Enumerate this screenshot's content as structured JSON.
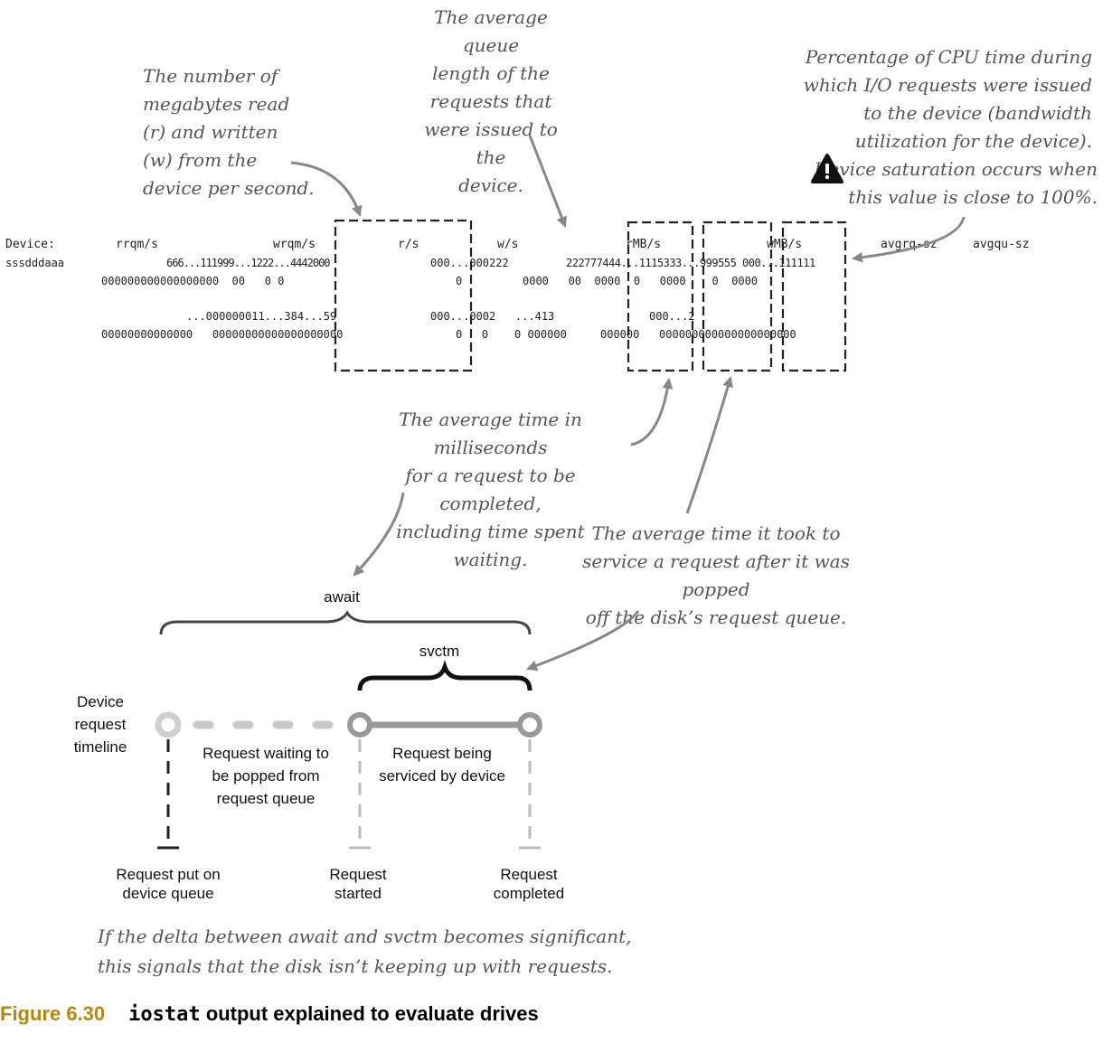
{
  "annotations": {
    "mb_rw": [
      "The number of",
      "megabytes read",
      "(r) and written",
      "(w) from the",
      "device per second."
    ],
    "avg_queue": [
      "The average queue",
      "length of the",
      "requests that",
      "were issued to the",
      "device."
    ],
    "cpu_pct": [
      "Percentage of CPU time during",
      "which I/O requests were issued",
      "to the device (bandwidth",
      "utilization for the device)."
    ],
    "saturation": [
      "Device saturation occurs when",
      "this  value is close to 100%."
    ],
    "await_note": [
      "The average time in milliseconds",
      "for a request to be completed,",
      "including time spent waiting."
    ],
    "svctm_note": [
      "The average time it took to",
      "service a request after it was popped",
      "off the disk’s request queue."
    ],
    "delta_note": [
      "If the delta between await and svctm becomes significant,",
      "this signals that the disk isn’t keeping up with requests."
    ]
  },
  "iostat": {
    "header": {
      "device": "Device:",
      "rrqm": "rrqm/s",
      "wrqm": "wrqm/s",
      "r": "r/s",
      "w": "w/s",
      "rmb": "rMB/s",
      "wmb": "wMB/s",
      "avgrq": "avgrq-sz",
      "avgqu": "avgqu-sz"
    },
    "rows": [
      "sssdddaaa",
      "666...111999...1222...4442000",
      "000...000222",
      "222777444...1115333...999555 000...111111",
      "000000000000000000  00   0 0",
      "0",
      "0000   00  0000  0   0000    0  0000",
      "...000000011...384...59",
      "000...0002   ...413",
      "000...2",
      "00000000000000   00000000000000000000",
      "0   0    0 000000",
      "000000   000000000000000000000"
    ]
  },
  "diagram": {
    "await": "await",
    "svctm": "svctm",
    "timeline_title": [
      "Device",
      "request",
      "timeline"
    ],
    "waiting": [
      "Request waiting to",
      "be popped from",
      "request queue"
    ],
    "servicing": [
      "Request being",
      "serviced by device"
    ],
    "put_on_queue": [
      "Request put on",
      "device queue"
    ],
    "started": [
      "Request",
      "started"
    ],
    "completed": [
      "Request",
      "completed"
    ]
  },
  "caption": {
    "figure": "Figure 6.30",
    "command": "iostat",
    "text": " output explained to evaluate drives"
  },
  "colors": {
    "caption_accent": "#b8860b",
    "annotation": "#555555",
    "timeline": "#999999"
  }
}
